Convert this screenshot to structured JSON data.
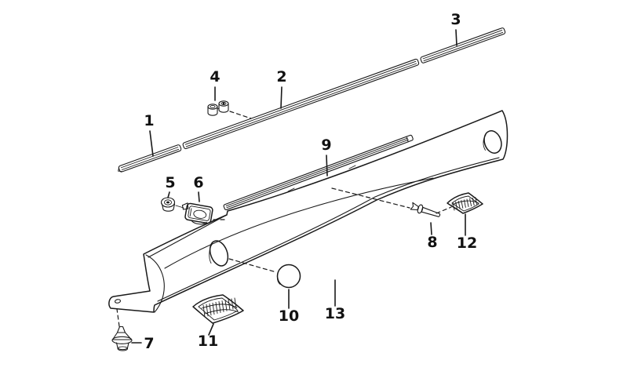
{
  "diagram": {
    "kind": "exploded-parts-diagram",
    "background_color": "#ffffff",
    "line_color": "#1a1a1a",
    "callouts": [
      {
        "number": "1"
      },
      {
        "number": "2"
      },
      {
        "number": "3"
      },
      {
        "number": "4"
      },
      {
        "number": "5"
      },
      {
        "number": "6"
      },
      {
        "number": "7"
      },
      {
        "number": "8"
      },
      {
        "number": "9"
      },
      {
        "number": "10"
      },
      {
        "number": "11"
      },
      {
        "number": "12"
      },
      {
        "number": "13"
      }
    ]
  }
}
